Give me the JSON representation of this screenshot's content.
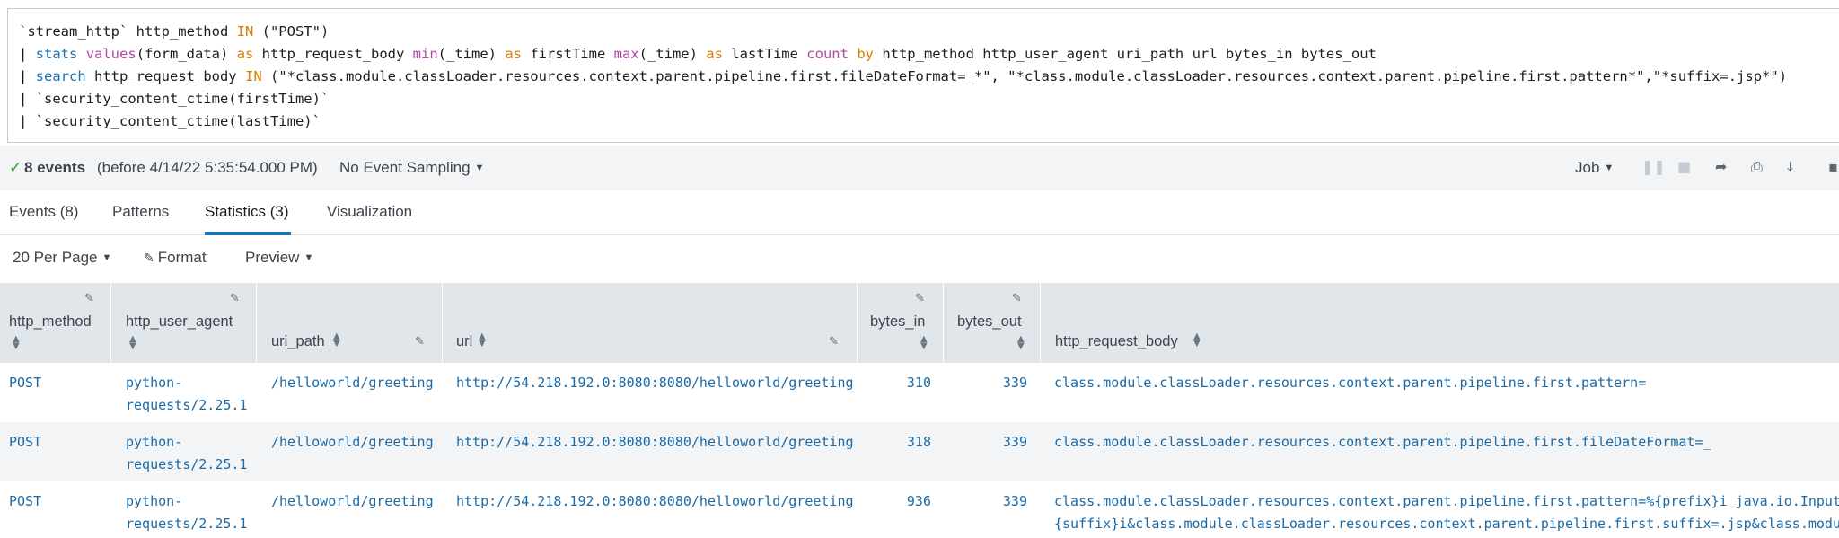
{
  "query": {
    "line1": {
      "a": "`stream_http` http_method ",
      "in": "IN",
      "b": " (\"POST\")"
    },
    "line2": {
      "pipe": "| ",
      "stats": "stats",
      "values": "values",
      "b": "(form_data) ",
      "as1": "as",
      "c": " http_request_body ",
      "min": "min",
      "d": "(_time) ",
      "as2": "as",
      "e": " firstTime ",
      "max": "max",
      "f": "(_time) ",
      "as3": "as",
      "g": " lastTime ",
      "count": "count",
      "h": " ",
      "by": "by",
      "i": " http_method http_user_agent uri_path url bytes_in bytes_out"
    },
    "line3": {
      "pipe": "| ",
      "search": "search",
      "b": " http_request_body ",
      "in": "IN",
      "c": " (\"*class.module.classLoader.resources.context.parent.pipeline.first.fileDateFormat=_*\", \"*class.module.classLoader.resources.context.parent.pipeline.first.pattern*\",\"*suffix=.jsp*\")"
    },
    "line4": "| `security_content_ctime(firstTime)`",
    "line5": "| `security_content_ctime(lastTime)`"
  },
  "status": {
    "events": "8 events",
    "before": "(before 4/14/22 5:35:54.000 PM)",
    "sampling": "No Event Sampling",
    "job": "Job"
  },
  "tabs": [
    "Events (8)",
    "Patterns",
    "Statistics (3)",
    "Visualization"
  ],
  "controls": {
    "per_page": "20 Per Page",
    "format": "Format",
    "preview": "Preview"
  },
  "columns": [
    "http_method",
    "http_user_agent",
    "uri_path",
    "url",
    "bytes_in",
    "bytes_out",
    "http_request_body"
  ],
  "rows": [
    {
      "method": "POST",
      "agent1": "python-",
      "agent2": "requests/2.25.1",
      "uri": "/helloworld/greeting",
      "url": "http://54.218.192.0:8080:8080/helloworld/greeting",
      "bytes_in": "310",
      "bytes_out": "339",
      "body1": "class.module.classLoader.resources.context.parent.pipeline.first.pattern=",
      "body2": ""
    },
    {
      "method": "POST",
      "agent1": "python-",
      "agent2": "requests/2.25.1",
      "uri": "/helloworld/greeting",
      "url": "http://54.218.192.0:8080:8080/helloworld/greeting",
      "bytes_in": "318",
      "bytes_out": "339",
      "body1": "class.module.classLoader.resources.context.parent.pipeline.first.fileDateFormat=_",
      "body2": ""
    },
    {
      "method": "POST",
      "agent1": "python-",
      "agent2": "requests/2.25.1",
      "uri": "/helloworld/greeting",
      "url": "http://54.218.192.0:8080:8080/helloworld/greeting",
      "bytes_in": "936",
      "bytes_out": "339",
      "body1": "class.module.classLoader.resources.context.parent.pipeline.first.pattern=%{prefix}i java.io.InputStr",
      "body2": "{suffix}i&class.module.classLoader.resources.context.parent.pipeline.first.suffix=.jsp&class.module"
    }
  ]
}
